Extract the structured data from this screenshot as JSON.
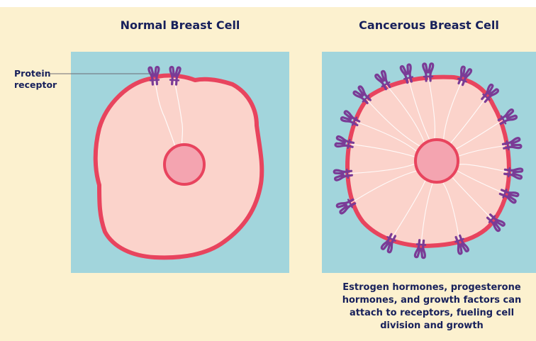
{
  "headings": {
    "normal": "Normal Breast Cell",
    "cancerous": "Cancerous Breast Cell"
  },
  "label": {
    "line1": "Protein",
    "line2": "receptor"
  },
  "caption": {
    "line1": "Estrogen hormones, progesterone",
    "line2": "hormones, and growth factors can",
    "line3": "attach to receptors, fueling cell",
    "line4": "division and growth"
  },
  "colors": {
    "page_background": "#fcf1cf",
    "panel_background": "#a2d5dc",
    "cell_membrane": "#e8445e",
    "cytoplasm": "#fbd3cb",
    "nucleus": "#f4a4b0",
    "receptor": "#7a3b96",
    "text": "#17205b"
  },
  "diagram": {
    "normal_cell": {
      "receptor_count": 2
    },
    "cancerous_cell": {
      "receptor_count": 18
    }
  }
}
